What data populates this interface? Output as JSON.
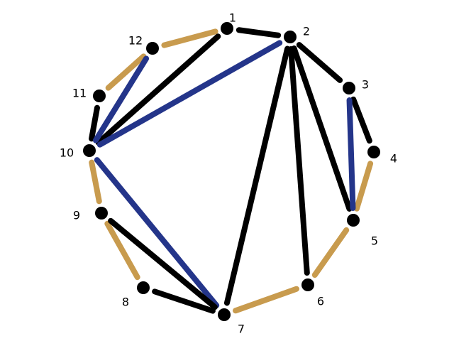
{
  "nodes": [
    {
      "id": "1",
      "label": "1"
    },
    {
      "id": "2",
      "label": "2"
    },
    {
      "id": "3",
      "label": "3"
    },
    {
      "id": "4",
      "label": "4"
    },
    {
      "id": "5",
      "label": "5"
    },
    {
      "id": "6",
      "label": "6"
    },
    {
      "id": "7",
      "label": "7"
    },
    {
      "id": "8",
      "label": "8"
    },
    {
      "id": "9",
      "label": "9"
    },
    {
      "id": "10",
      "label": "10"
    },
    {
      "id": "11",
      "label": "11"
    },
    {
      "id": "12",
      "label": "12"
    }
  ],
  "edge_colors": {
    "black": "#000000",
    "tan": "#c89b4e",
    "blue": "#24358a"
  },
  "node_color": "#000000",
  "edges": [
    {
      "from": "1",
      "to": "2",
      "color": "black"
    },
    {
      "from": "2",
      "to": "3",
      "color": "black"
    },
    {
      "from": "3",
      "to": "4",
      "color": "black"
    },
    {
      "from": "4",
      "to": "5",
      "color": "tan"
    },
    {
      "from": "5",
      "to": "6",
      "color": "tan"
    },
    {
      "from": "6",
      "to": "7",
      "color": "tan"
    },
    {
      "from": "7",
      "to": "8",
      "color": "black"
    },
    {
      "from": "8",
      "to": "9",
      "color": "tan"
    },
    {
      "from": "9",
      "to": "10",
      "color": "tan"
    },
    {
      "from": "10",
      "to": "11",
      "color": "black"
    },
    {
      "from": "11",
      "to": "12",
      "color": "tan"
    },
    {
      "from": "12",
      "to": "1",
      "color": "tan"
    },
    {
      "from": "1",
      "to": "10",
      "color": "black"
    },
    {
      "from": "2",
      "to": "10",
      "color": "blue"
    },
    {
      "from": "12",
      "to": "10",
      "color": "blue"
    },
    {
      "from": "2",
      "to": "7",
      "color": "black"
    },
    {
      "from": "2",
      "to": "6",
      "color": "black"
    },
    {
      "from": "2",
      "to": "5",
      "color": "black"
    },
    {
      "from": "3",
      "to": "5",
      "color": "blue"
    },
    {
      "from": "10",
      "to": "7",
      "color": "blue"
    },
    {
      "from": "9",
      "to": "7",
      "color": "black"
    }
  ]
}
